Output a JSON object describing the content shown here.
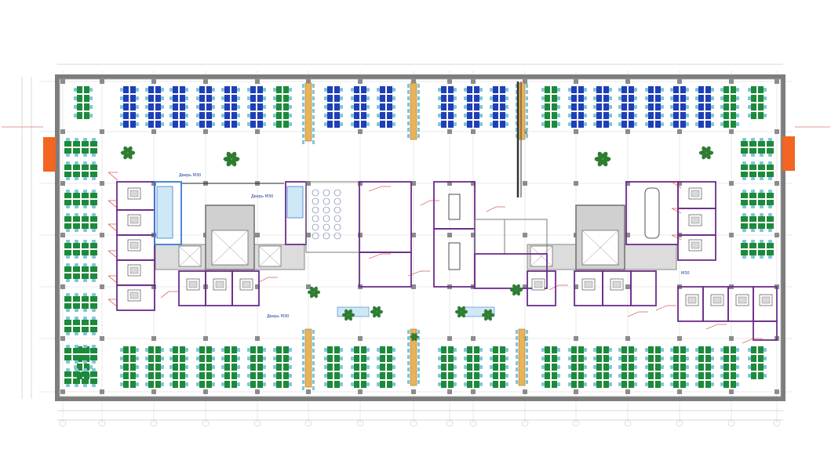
{
  "plan": {
    "door_labels": {
      "left_top": "Дверь М30",
      "left_mid": "Дверь М30",
      "left_bottom": "Дверь М30",
      "right_mid": "М30"
    },
    "colors": {
      "wall": "#8a8a8a",
      "wall_dark": "#5a5a5a",
      "desk_blue": "#1f3fb8",
      "desk_green": "#1d8a3a",
      "chair": "#7fc6d9",
      "purple": "#6b2d8c",
      "red": "#c0392b",
      "orange": "#f26522",
      "tan": "#e8b35a",
      "plant": "#2e7d32",
      "grid": "#cfcfcf",
      "core": "#d8d8d8"
    }
  }
}
